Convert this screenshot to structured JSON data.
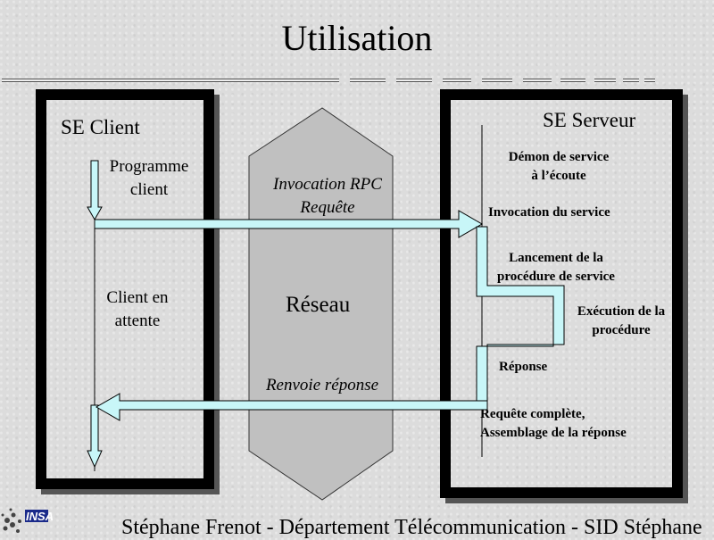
{
  "title": "Utilisation",
  "client": {
    "title": "SE Client",
    "program": "Programme\nclient",
    "waiting": "Client en\nattente"
  },
  "server": {
    "title": "SE Serveur",
    "daemon": "Démon de service\nà l’écoute",
    "invocation": "Invocation du service",
    "launch": "Lancement de la\nprocédure de service",
    "execution": "Exécution de la\nprocédure",
    "response": "Réponse",
    "complete": "Requête complète,\nAssemblage de la réponse"
  },
  "network": {
    "label": "Réseau",
    "invocation": "Invocation RPC\nRequête",
    "return": "Renvoie réponse"
  },
  "footer": "Stéphane Frenot - Département Télécommunication - SID Stéphane",
  "logo_text": "INSA",
  "colors": {
    "arrow_fill": "#c8f6f8",
    "network_fill": "#c0c0c0",
    "border": "#000000"
  }
}
